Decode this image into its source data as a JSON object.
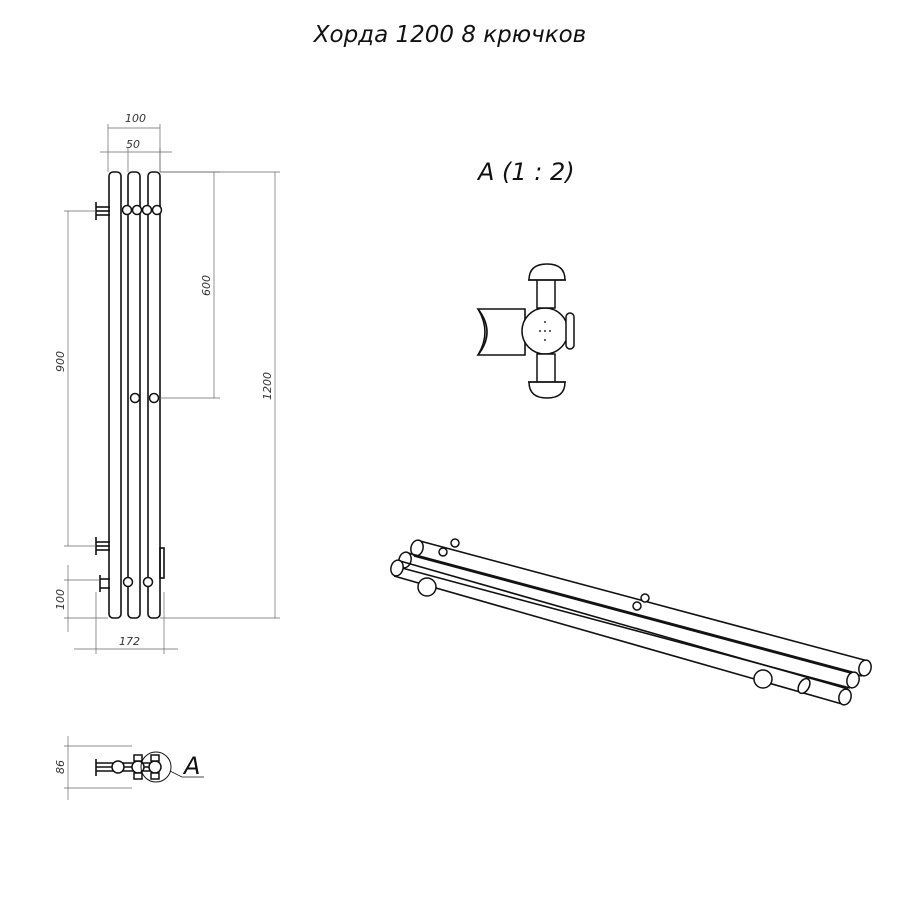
{
  "title": "Хорда 1200 8 крючков",
  "detail_label": "A (1 : 2)",
  "section_marker": "A",
  "dimensions": {
    "width_100": "100",
    "width_50": "50",
    "height_600": "600",
    "height_900": "900",
    "height_1200": "1200",
    "bottom_100": "100",
    "width_172": "172",
    "depth_86": "86"
  }
}
